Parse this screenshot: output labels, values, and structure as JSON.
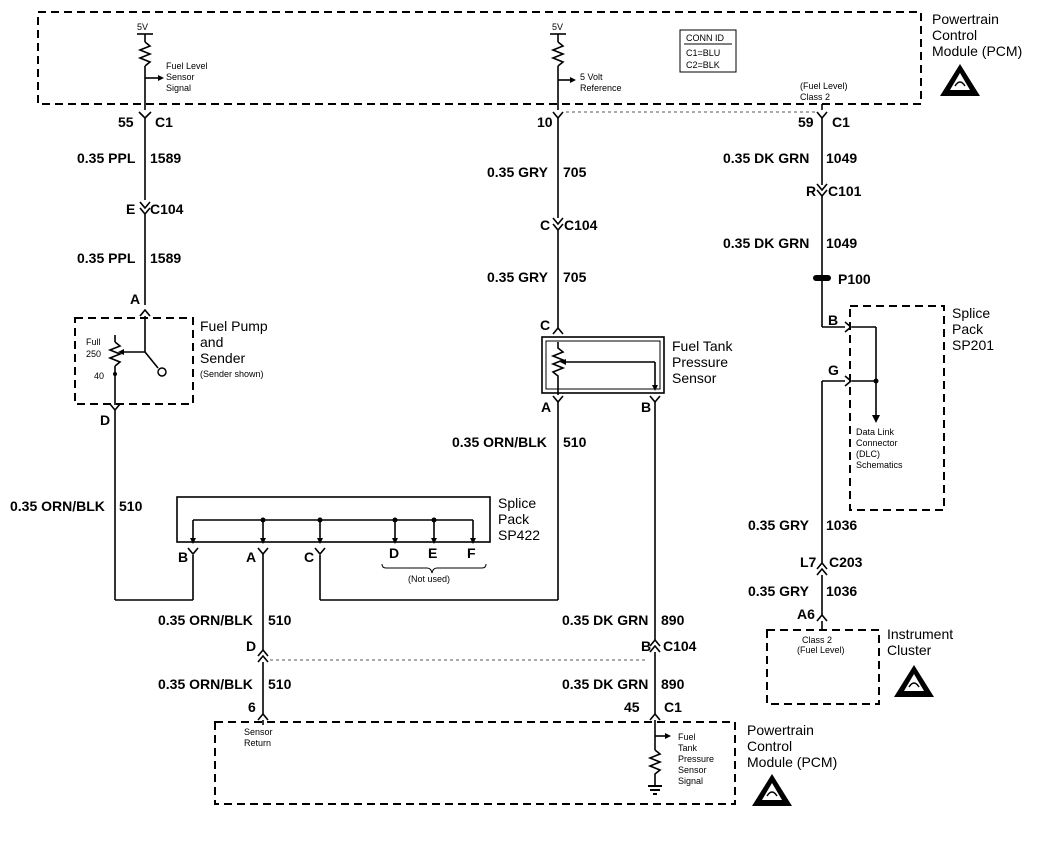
{
  "pcm_top": {
    "title_line1": "Powertrain",
    "title_line2": "Control",
    "title_line3": "Module (PCM)",
    "v5_left": "5V",
    "v5_mid": "5V",
    "fuel_level_sig_1": "Fuel Level",
    "fuel_level_sig_2": "Sensor",
    "fuel_level_sig_3": "Signal",
    "ref_1": "5 Volt",
    "ref_2": "Reference",
    "class2_1": "(Fuel Level)",
    "class2_2": "Class 2",
    "conn_id_title": "CONN ID",
    "conn_id_c1": "C1=BLU",
    "conn_id_c2": "C2=BLK"
  },
  "left_branch": {
    "pin_top": "55",
    "conn_top": "C1",
    "wire1_gauge": "0.35 PPL",
    "wire1_num": "1589",
    "c104_pin": "E",
    "c104": "C104",
    "wire2_gauge": "0.35 PPL",
    "wire2_num": "1589",
    "pin_a": "A",
    "pump_1": "Fuel Pump",
    "pump_2": "and",
    "pump_3": "Sender",
    "pump_note": "(Sender shown)",
    "full": "Full",
    "r250": "250",
    "r40": "40",
    "pin_d": "D",
    "wire3_gauge": "0.35 ORN/BLK",
    "wire3_num": "510"
  },
  "mid_branch": {
    "pin_top": "10",
    "wire1_gauge": "0.35 GRY",
    "wire1_num": "705",
    "c104_pin": "C",
    "c104": "C104",
    "wire2_gauge": "0.35 GRY",
    "wire2_num": "705",
    "pin_c": "C",
    "sensor_1": "Fuel Tank",
    "sensor_2": "Pressure",
    "sensor_3": "Sensor",
    "pin_a": "A",
    "pin_b": "B",
    "wire3_gauge": "0.35 ORN/BLK",
    "wire3_num": "510"
  },
  "right_branch": {
    "pin_top": "59",
    "conn_top": "C1",
    "wire1_gauge": "0.35 DK GRN",
    "wire1_num": "1049",
    "c101_pin": "R",
    "c101": "C101",
    "wire2_gauge": "0.35 DK GRN",
    "wire2_num": "1049",
    "p100": "P100",
    "pin_b": "B",
    "pin_g": "G",
    "splice_1": "Splice",
    "splice_2": "Pack",
    "splice_3": "SP201",
    "dlc_1": "Data Link",
    "dlc_2": "Connector",
    "dlc_3": "(DLC)",
    "dlc_4": "Schematics",
    "wire3_gauge": "0.35 GRY",
    "wire3_num": "1036",
    "c203_pin": "L7",
    "c203": "C203",
    "wire4_gauge": "0.35 GRY",
    "wire4_num": "1036",
    "pin_a6": "A6",
    "ic_1": "Class 2",
    "ic_2": "(Fuel Level)",
    "ic_title_1": "Instrument",
    "ic_title_2": "Cluster"
  },
  "sp422": {
    "title_1": "Splice",
    "title_2": "Pack",
    "title_3": "SP422",
    "pin_b": "B",
    "pin_a": "A",
    "pin_c": "C",
    "pin_d": "D",
    "pin_e": "E",
    "pin_f": "F",
    "not_used": "(Not used)"
  },
  "bottom": {
    "wire_a_gauge": "0.35 ORN/BLK",
    "wire_a_num": "510",
    "d_pin": "D",
    "wire_b_gauge": "0.35 ORN/BLK",
    "wire_b_num": "510",
    "pin_6": "6",
    "sensor_return_1": "Sensor",
    "sensor_return_2": "Return",
    "wire_c_gauge": "0.35 DK GRN",
    "wire_c_num": "890",
    "b_pin": "B",
    "c104": "C104",
    "wire_d_gauge": "0.35 DK GRN",
    "wire_d_num": "890",
    "pin_45": "45",
    "conn": "C1",
    "ftp_1": "Fuel",
    "ftp_2": "Tank",
    "ftp_3": "Pressure",
    "ftp_4": "Sensor",
    "ftp_5": "Signal",
    "title_line1": "Powertrain",
    "title_line2": "Control",
    "title_line3": "Module (PCM)"
  }
}
